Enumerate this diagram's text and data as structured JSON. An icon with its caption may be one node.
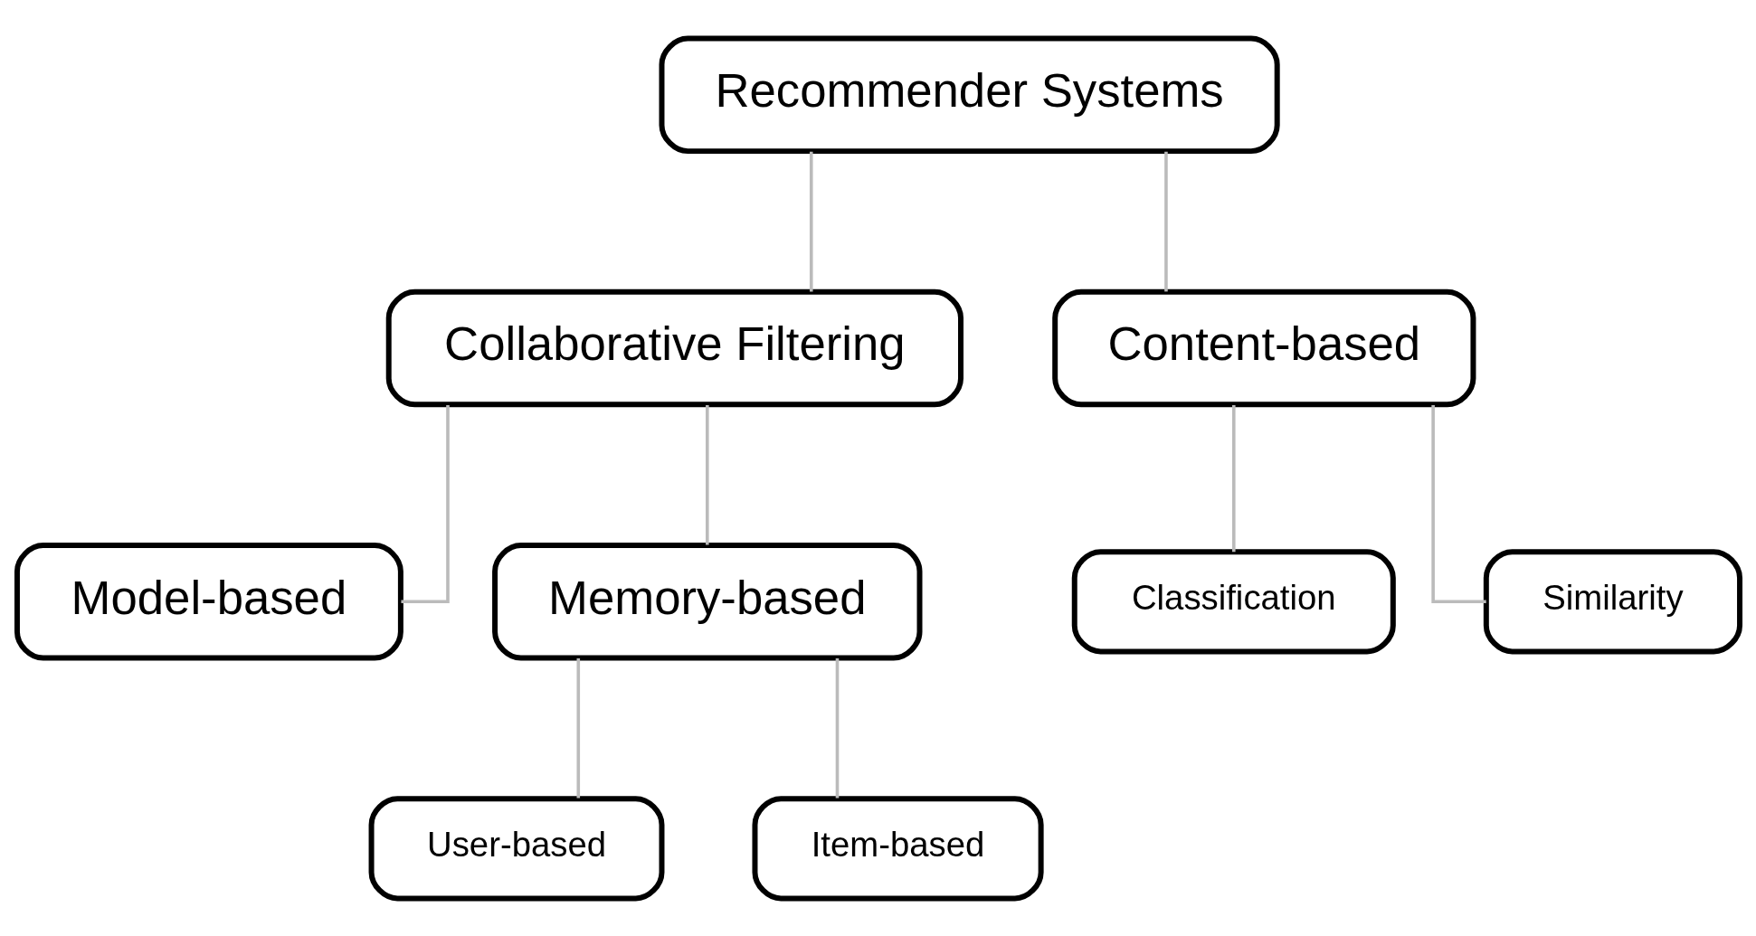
{
  "diagram": {
    "nodes": [
      {
        "text": [
          "Recommender Systems"
        ]
      },
      {
        "text": [
          "Collaborative Filtering"
        ]
      },
      {
        "text": [
          "Content-based"
        ]
      },
      {
        "text": [
          "Model-based"
        ]
      },
      {
        "text": [
          "Memory-based"
        ]
      },
      {
        "text": [
          "User-based"
        ]
      },
      {
        "text": [
          "Item-based"
        ]
      },
      {
        "text": [
          "Classification"
        ]
      },
      {
        "text": [
          "Similarity"
        ]
      }
    ],
    "edges": [
      {
        "from": 0,
        "to": 1,
        "arrow": "none"
      },
      {
        "from": 0,
        "to": 2,
        "arrow": "none"
      },
      {
        "from": 1,
        "to": 3,
        "arrow": "none"
      },
      {
        "from": 1,
        "to": 4,
        "arrow": "none"
      },
      {
        "from": 4,
        "to": 5,
        "arrow": "none"
      },
      {
        "from": 4,
        "to": 6,
        "arrow": "none"
      },
      {
        "from": 2,
        "to": 7,
        "arrow": "none"
      },
      {
        "from": 2,
        "to": 8,
        "arrow": "none"
      }
    ]
  }
}
